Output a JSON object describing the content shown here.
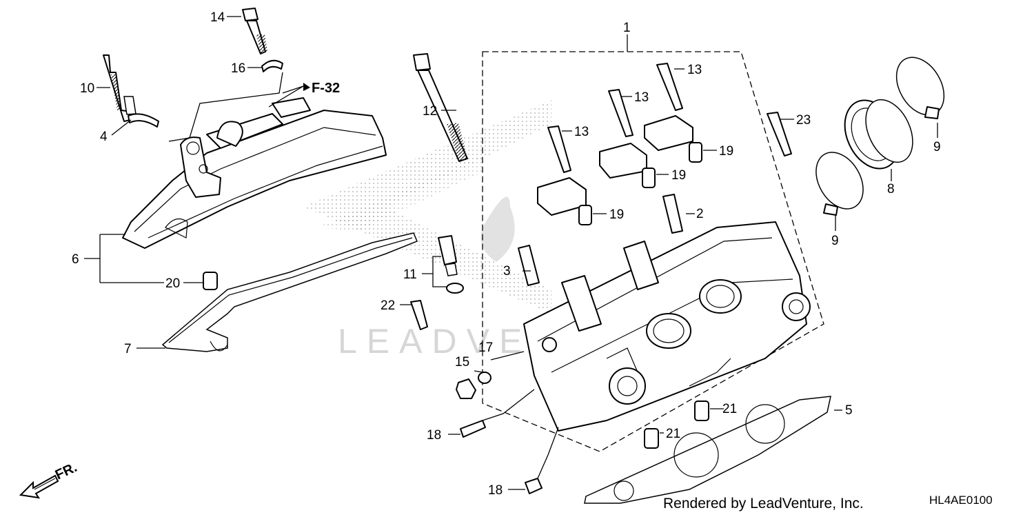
{
  "diagram": {
    "callouts": {
      "c1": "1",
      "c2": "2",
      "c3": "3",
      "c4": "4",
      "c5": "5",
      "c6": "6",
      "c7": "7",
      "c8": "8",
      "c9a": "9",
      "c9b": "9",
      "c10": "10",
      "c11": "11",
      "c12": "12",
      "c13a": "13",
      "c13b": "13",
      "c13c": "13",
      "c14": "14",
      "c15": "15",
      "c16": "16",
      "c17": "17",
      "c18a": "18",
      "c18b": "18",
      "c19a": "19",
      "c19b": "19",
      "c19c": "19",
      "c20": "20",
      "c21a": "21",
      "c21b": "21",
      "c22": "22",
      "c23": "23"
    },
    "ref_label": "F-32",
    "direction_label": "FR.",
    "watermark": "LEADVENTURE"
  },
  "footer": {
    "credit": "Rendered by LeadVenture, Inc.",
    "diagram_code": "HL4AE0100"
  },
  "colors": {
    "ink": "#000000",
    "watermark": "#d6d6d6",
    "dot_pattern": "#9a9a9a"
  }
}
